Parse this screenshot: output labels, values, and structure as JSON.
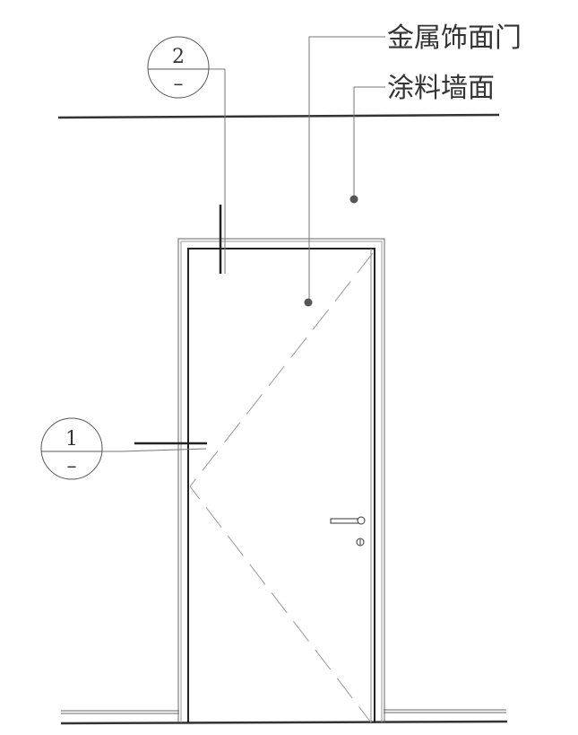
{
  "labels": {
    "metal_door": "金属饰面门",
    "paint_wall": "涂料墙面"
  },
  "callouts": [
    {
      "number": "2",
      "sheet": "–"
    },
    {
      "number": "1",
      "sheet": "–"
    }
  ],
  "colors": {
    "line": "#333333",
    "thin": "#777777",
    "dashed": "#999999"
  }
}
